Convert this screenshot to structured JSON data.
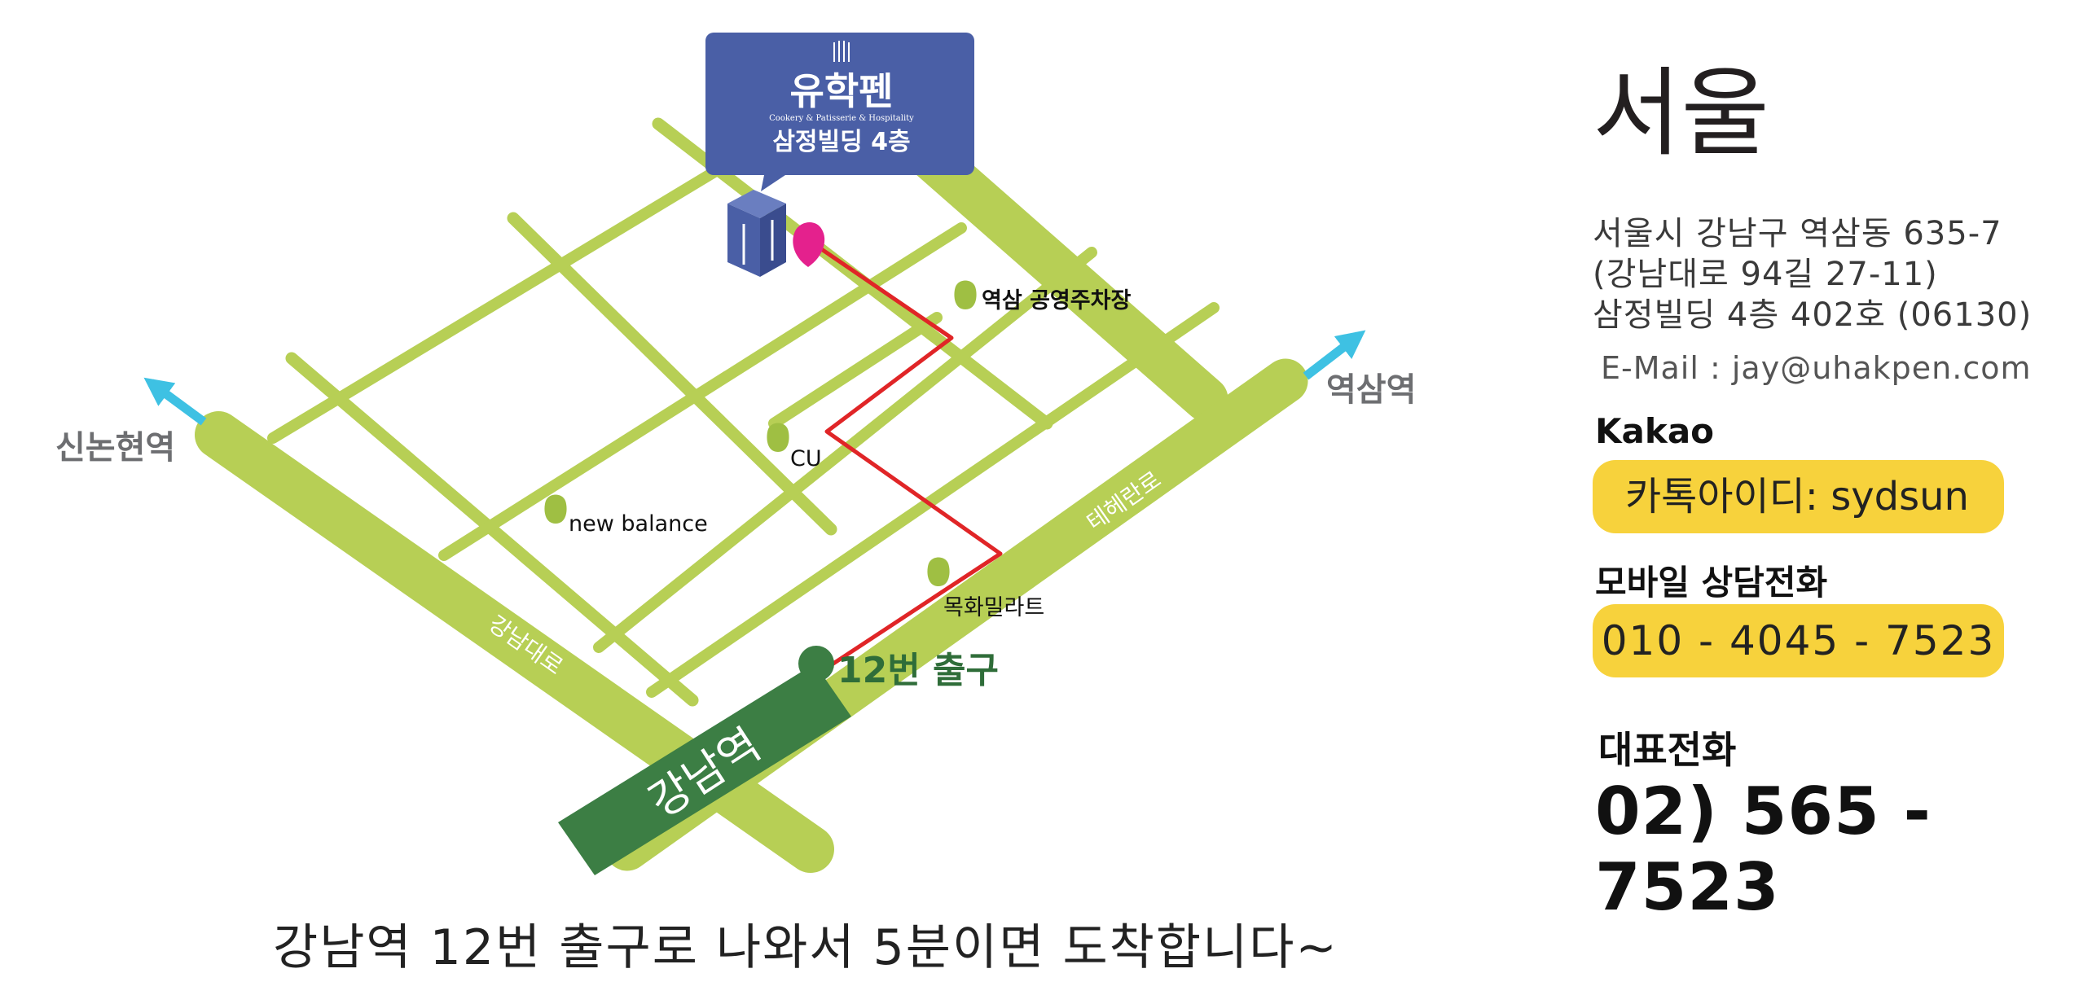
{
  "map": {
    "colors": {
      "road": "#b7cf55",
      "station": "#3c7e44",
      "route": "#e02527",
      "destination_pin": "#e4218d",
      "landmark_pin": "#9fbf43",
      "arrow": "#3ec1e3",
      "callout": "#4a5fa6",
      "building": "#4a5fa6"
    },
    "callout": {
      "logo_text": "유학펜",
      "logo_sub": "Cookery & Patisserie & Hospitality",
      "building_text": "삼정빌딩 4층"
    },
    "labels": {
      "west_station": "신논현역",
      "east_station": "역삼역",
      "parking": "역삼 공영주차장",
      "cu": "CU",
      "new_balance": "new balance",
      "mokhwa": "목화밀라트",
      "exit": "12번 출구",
      "gangnam_station": "강남역",
      "gangnam_daero": "강남대로",
      "teheran_ro": "테헤란로"
    },
    "icons": [
      "arrow-icon",
      "map-pin-icon",
      "building-icon"
    ]
  },
  "info": {
    "city": "서울",
    "address": [
      "서울시 강남구 역삼동 635-7",
      "(강남대로 94길 27-11)",
      "삼정빌딩 4층 402호 (06130)"
    ],
    "email": "E-Mail : jay@uhakpen.com",
    "kakao_label": "Kakao",
    "kakao_value": "카톡아이디: sydsun",
    "mobile_label": "모바일 상담전화",
    "mobile_value": "010 - 4045 - 7523",
    "main_phone_label": "대표전화",
    "main_phone_value": "02) 565 - 7523"
  },
  "caption": "강남역 12번 출구로 나와서 5분이면 도착합니다~"
}
